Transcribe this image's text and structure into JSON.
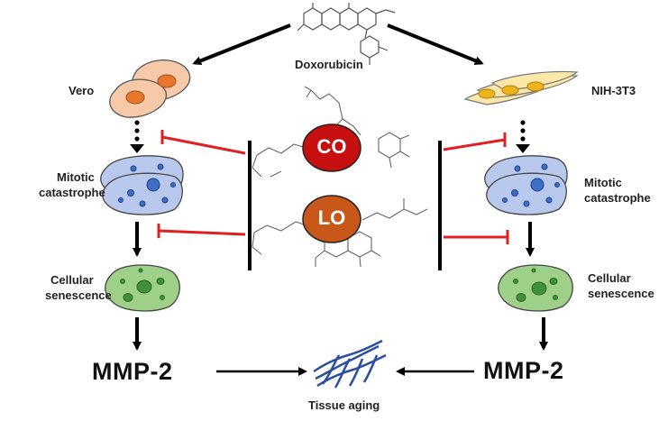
{
  "drug": {
    "label": "Doxorubicin"
  },
  "left_panel": {
    "cell_line": "Vero",
    "stage1": [
      "Mitotic",
      "catastrophe"
    ],
    "stage2": [
      "Cellular",
      "senescence"
    ],
    "marker": "MMP-2"
  },
  "right_panel": {
    "cell_line": "NIH-3T3",
    "stage1": [
      "Mitotic",
      "catastrophe"
    ],
    "stage2": [
      "Cellular",
      "senescence"
    ],
    "marker": "MMP-2"
  },
  "compounds": [
    {
      "label": "CO",
      "color": "#c80f0f"
    },
    {
      "label": "LO",
      "color": "#c8581a"
    }
  ],
  "outcome": {
    "label": "Tissue aging",
    "color": "#2a4f9e"
  },
  "colors": {
    "inhibition": "#e02020",
    "mitotic_cell": "#b9c9ee",
    "mitotic_nucleus": "#3f6fc4",
    "senescent_cell": "#9ed08a",
    "senescent_nucleus": "#3f8f3c",
    "vero_cell": "#f6c9a9",
    "vero_nucleus": "#e8772b",
    "nih_cell": "#fbe7a8",
    "nih_nucleus": "#eeb51a"
  }
}
